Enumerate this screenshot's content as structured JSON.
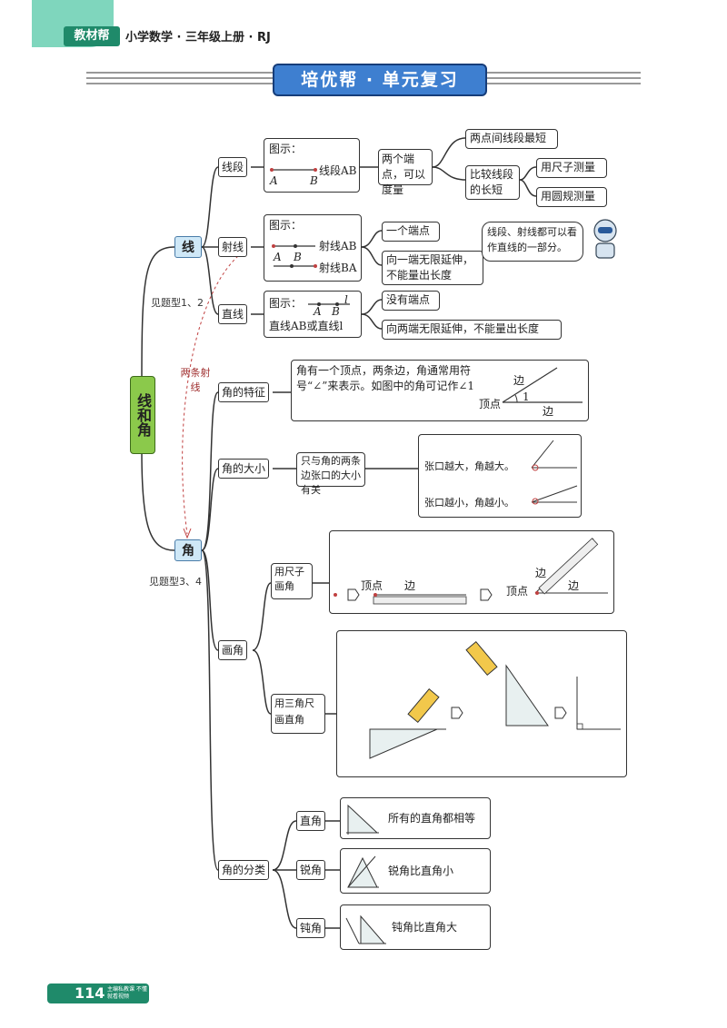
{
  "header": {
    "brand": "教材帮",
    "subtitle": "小学数学 · 三年级上册 · RJ"
  },
  "banner": {
    "title": "培优帮 · 单元复习"
  },
  "root": {
    "label": "线和角"
  },
  "line": {
    "label": "线",
    "ref": "见题型1、2",
    "link": "两条射线",
    "segment": {
      "label": "线段",
      "diagram_title": "图示：",
      "a": "A",
      "b": "B",
      "name": "线段AB",
      "props": "两个端点，可以度量",
      "shortest": "两点间线段最短",
      "compare": "比较线段的长短",
      "ruler": "用尺子测量",
      "compass": "用圆规测量"
    },
    "ray": {
      "label": "射线",
      "diagram_title": "图示：",
      "a": "A",
      "b": "B",
      "name1": "射线AB",
      "name2": "射线BA",
      "prop1": "一个端点",
      "prop2": "向一端无限延伸，不能量出长度",
      "robot_note": "线段、射线都可以看作直线的一部分。"
    },
    "straight": {
      "label": "直线",
      "diagram_title": "图示：",
      "a": "A",
      "b": "B",
      "l": "l",
      "name": "直线AB或直线l",
      "prop1": "没有端点",
      "prop2": "向两端无限延伸，不能量出长度"
    }
  },
  "angle": {
    "label": "角",
    "ref": "见题型3、4",
    "features": {
      "label": "角的特征",
      "text": "角有一个顶点，两条边，角通常用符号“∠”来表示。如图中的角可记作∠1",
      "side_top": "边",
      "vertex": "顶点",
      "one": "1",
      "side_bottom": "边"
    },
    "size": {
      "label": "角的大小",
      "text": "只与角的两条边张口的大小有关",
      "bigger": "张口越大，角越大。",
      "smaller": "张口越小，角越小。"
    },
    "draw": {
      "label": "画角",
      "ruler": {
        "label": "用尺子画角",
        "vertex": "顶点",
        "side": "边",
        "vertex2": "顶点",
        "side2": "边",
        "side3": "边"
      },
      "triangle": {
        "label": "用三角尺画直角"
      }
    },
    "classify": {
      "label": "角的分类",
      "right": {
        "label": "直角",
        "text": "所有的直角都相等"
      },
      "acute": {
        "label": "锐角",
        "text": "锐角比直角小"
      },
      "obtuse": {
        "label": "钝角",
        "text": "钝角比直角大"
      }
    }
  },
  "footer": {
    "page": "114",
    "tag": "主编私教课 不懂就看视频"
  },
  "colors": {
    "brand": "#1f8a6a",
    "banner": "#3e7fd0",
    "root": "#8bc94b",
    "node": "#cfe8f7"
  }
}
